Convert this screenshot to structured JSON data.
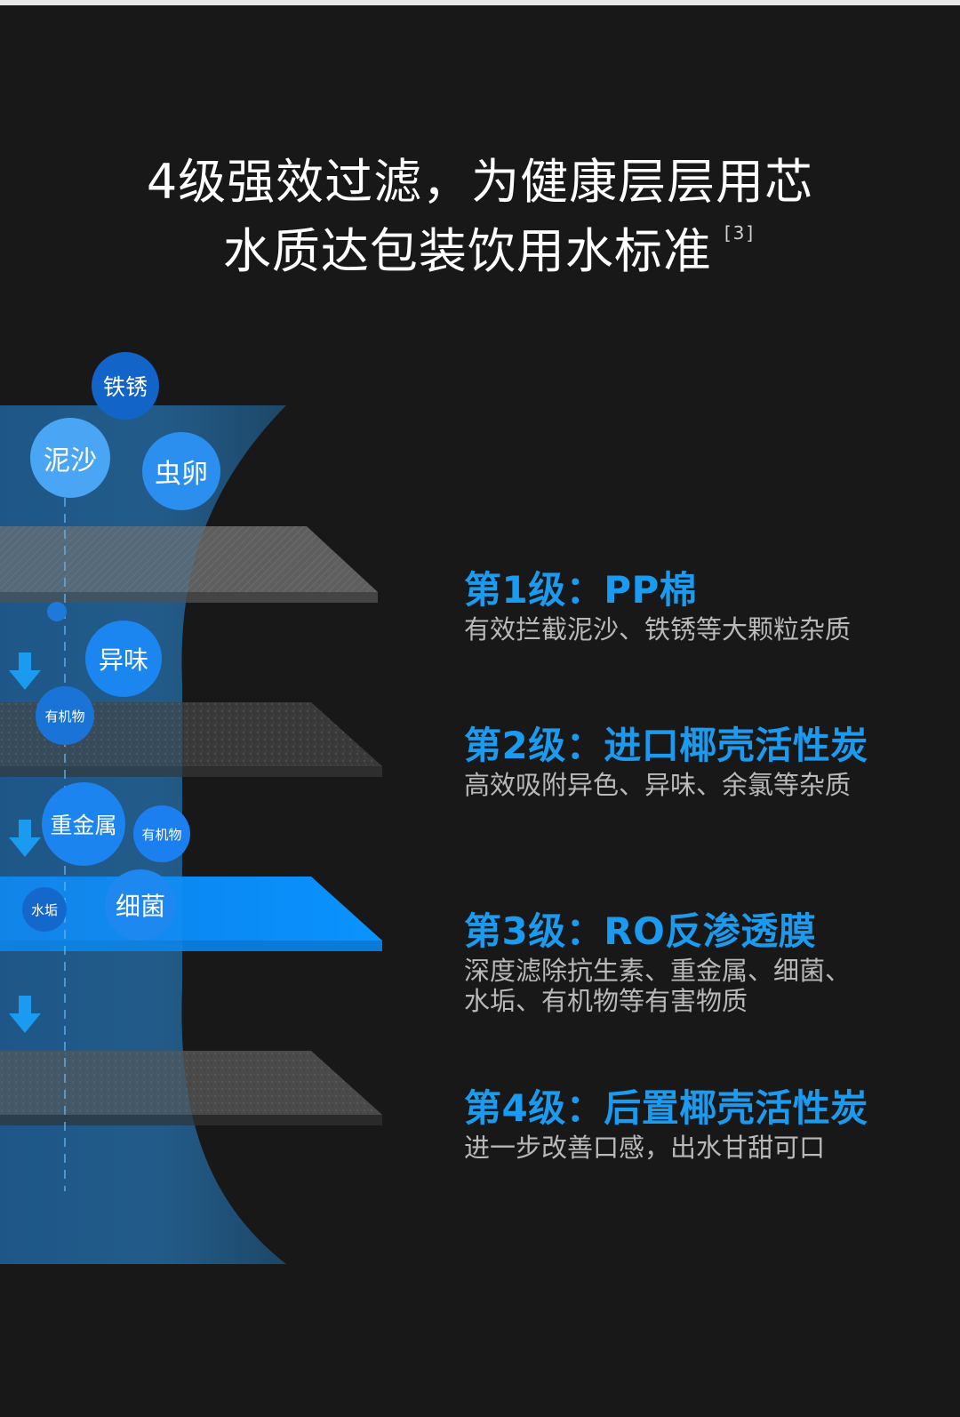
{
  "header": {
    "title_line1": "4级强效过滤，为健康层层用芯",
    "title_line2": "水质达包装饮用水标准",
    "footnote": "[3]"
  },
  "bubbles": [
    {
      "text": "铁锈",
      "size": "large"
    },
    {
      "text": "泥沙",
      "size": "large"
    },
    {
      "text": "虫卵",
      "size": "large"
    },
    {
      "text": "异味",
      "size": "large"
    },
    {
      "text": "有机物",
      "size": "small"
    },
    {
      "text": "重金属",
      "size": "large"
    },
    {
      "text": "有机物",
      "size": "small"
    },
    {
      "text": "水垢",
      "size": "small"
    },
    {
      "text": "细菌",
      "size": "large"
    }
  ],
  "stages": [
    {
      "title": "第1级：PP棉",
      "desc": [
        "有效拦截泥沙、铁锈等大颗粒杂质"
      ]
    },
    {
      "title": "第2级：进口椰壳活性炭",
      "desc": [
        "高效吸附异色、异味、余氯等杂质"
      ]
    },
    {
      "title": "第3级：RO反渗透膜",
      "desc": [
        "深度滤除抗生素、重金属、细菌、",
        "水垢、有机物等有害物质"
      ]
    },
    {
      "title": "第4级：后置椰壳活性炭",
      "desc": [
        "进一步改善口感，出水甘甜可口"
      ]
    }
  ],
  "icons": {
    "flow_arrow": "down-arrow-icon"
  },
  "colors": {
    "accent": "#1a9bf0",
    "background": "#181818",
    "water": "#2aa4ff",
    "desc_text": "#b9b9b9"
  }
}
